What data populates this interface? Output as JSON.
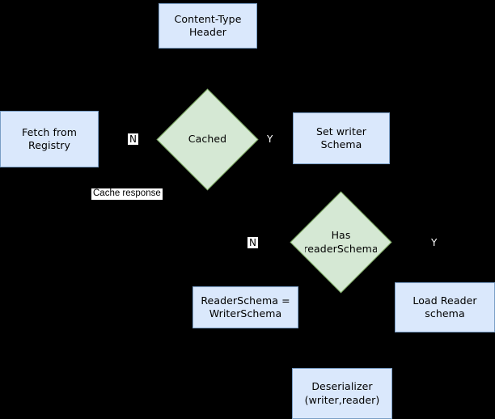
{
  "diagram": {
    "title": "Schema resolution flowchart",
    "background_color": "#000000",
    "process_fill": "#dae8fc",
    "process_stroke": "#7a9ec6",
    "decision_fill": "#d5e8d4",
    "decision_stroke": "#82b366",
    "nodes": [
      {
        "id": "content_type_header",
        "shape": "rectangle",
        "label": "Content-Type\nHeader"
      },
      {
        "id": "fetch_from_registry",
        "shape": "rectangle",
        "label": "Fetch from\nRegistry"
      },
      {
        "id": "cached",
        "shape": "diamond",
        "label": "Cached"
      },
      {
        "id": "set_writer_schema",
        "shape": "rectangle",
        "label": "Set writer\nSchema"
      },
      {
        "id": "has_reader_schema",
        "shape": "diamond",
        "label": "Has\nreaderSchema"
      },
      {
        "id": "reader_equals_writer",
        "shape": "rectangle",
        "label": "ReaderSchema =\nWriterSchema"
      },
      {
        "id": "load_reader_schema",
        "shape": "rectangle",
        "label": "Load Reader\nschema"
      },
      {
        "id": "deserializer",
        "shape": "rectangle",
        "label": "Deserializer\n(writer,reader)"
      }
    ],
    "edge_labels": [
      {
        "id": "cached_no",
        "text": "N"
      },
      {
        "id": "cached_yes",
        "text": "Y"
      },
      {
        "id": "cache_response",
        "text": "Cache response"
      },
      {
        "id": "has_reader_no",
        "text": "N"
      },
      {
        "id": "has_reader_yes",
        "text": "Y"
      }
    ]
  }
}
